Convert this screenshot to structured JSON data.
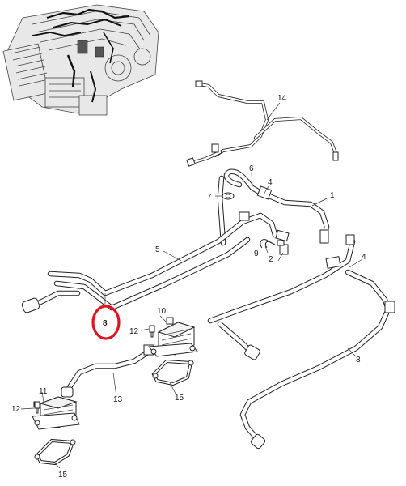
{
  "callouts": {
    "c1": "1",
    "c2": "2",
    "c3": "3",
    "c4a": "4",
    "c4b": "4",
    "c5": "5",
    "c6": "6",
    "c7": "7",
    "c8": "8",
    "c9": "9",
    "c10": "10",
    "c11": "11",
    "c12a": "12",
    "c12b": "12",
    "c13": "13",
    "c14": "14",
    "c15a": "15",
    "c15b": "15"
  },
  "highlight": {
    "color": "#e0141e",
    "part": "8"
  }
}
